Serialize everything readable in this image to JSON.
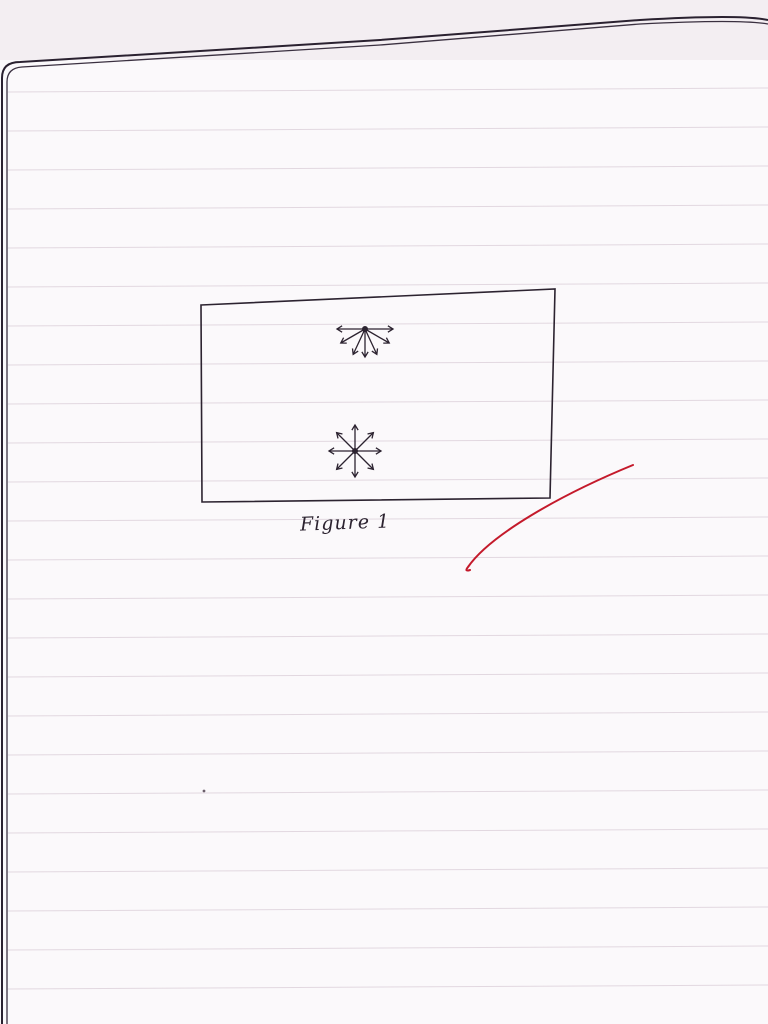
{
  "figure": {
    "caption": "Figure 1"
  },
  "colors": {
    "paper": "#fbf9fb",
    "rule_line": "#d9cfd8",
    "ink": "#2c2330",
    "red_pen": "#c41a2b"
  },
  "diagram": {
    "particles": [
      {
        "name": "surface-particle",
        "arrow_count": 7
      },
      {
        "name": "interior-particle",
        "arrow_count": 8
      }
    ]
  }
}
